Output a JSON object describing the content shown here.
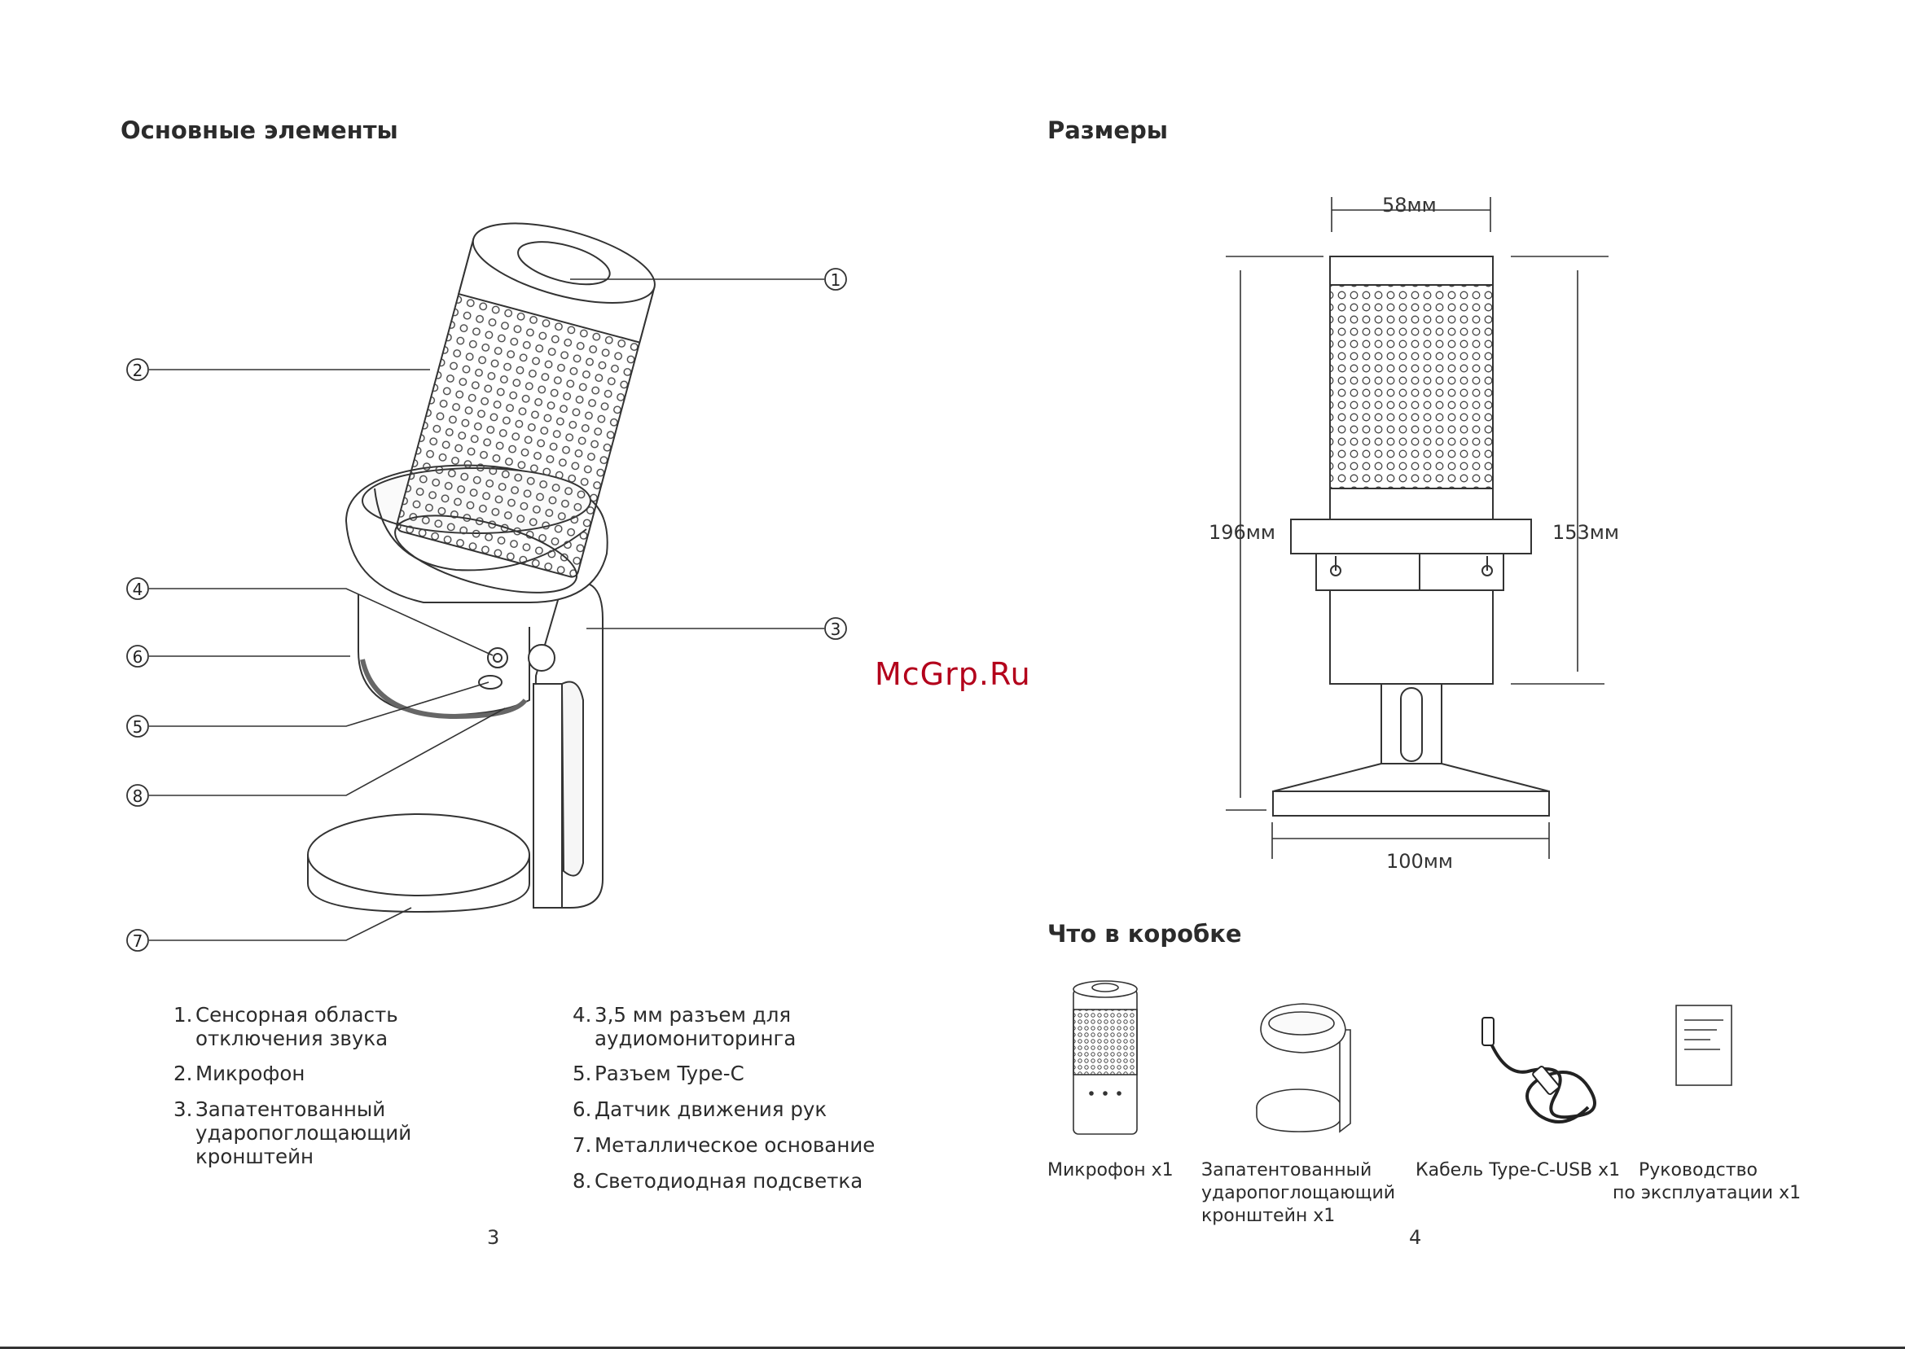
{
  "left_page": {
    "heading": "Основные элементы",
    "callouts": [
      "1",
      "2",
      "3",
      "4",
      "5",
      "6",
      "7",
      "8"
    ],
    "items": [
      {
        "num": "1.",
        "lines": [
          "Сенсорная область",
          "отключения звука"
        ]
      },
      {
        "num": "2.",
        "lines": [
          "Микрофон"
        ]
      },
      {
        "num": "3.",
        "lines": [
          "Запатентованный",
          "ударопоглощающий",
          "кронштейн"
        ]
      },
      {
        "num": "4.",
        "lines": [
          "3,5 мм разъем для",
          "аудиомониторинга"
        ]
      },
      {
        "num": "5.",
        "lines": [
          "Разъем Type-C"
        ]
      },
      {
        "num": "6.",
        "lines": [
          "Датчик движения рук"
        ]
      },
      {
        "num": "7.",
        "lines": [
          "Металлическое основание"
        ]
      },
      {
        "num": "8.",
        "lines": [
          "Светодиодная подсветка"
        ]
      }
    ],
    "page_number": "3"
  },
  "right_page": {
    "heading": "Размеры",
    "dimensions": {
      "top_width": "58мм",
      "total_height": "196мм",
      "body_height": "153мм",
      "base_width": "100мм"
    },
    "box_heading": "Что в коробке",
    "box_items": [
      {
        "lines": [
          "Микрофон x1"
        ]
      },
      {
        "lines": [
          "Запатентованный",
          "удароп​оглощающий",
          "кронштейн x1"
        ]
      },
      {
        "lines": [
          "Кабель Type-C-USB x1"
        ]
      },
      {
        "lines": [
          "Руководство",
          "по эксплуатации x1"
        ]
      }
    ],
    "page_number": "4"
  },
  "watermark": "McGrp.Ru",
  "colors": {
    "text": "#2b2b2b",
    "watermark": "#b3001b",
    "line": "#333333"
  }
}
